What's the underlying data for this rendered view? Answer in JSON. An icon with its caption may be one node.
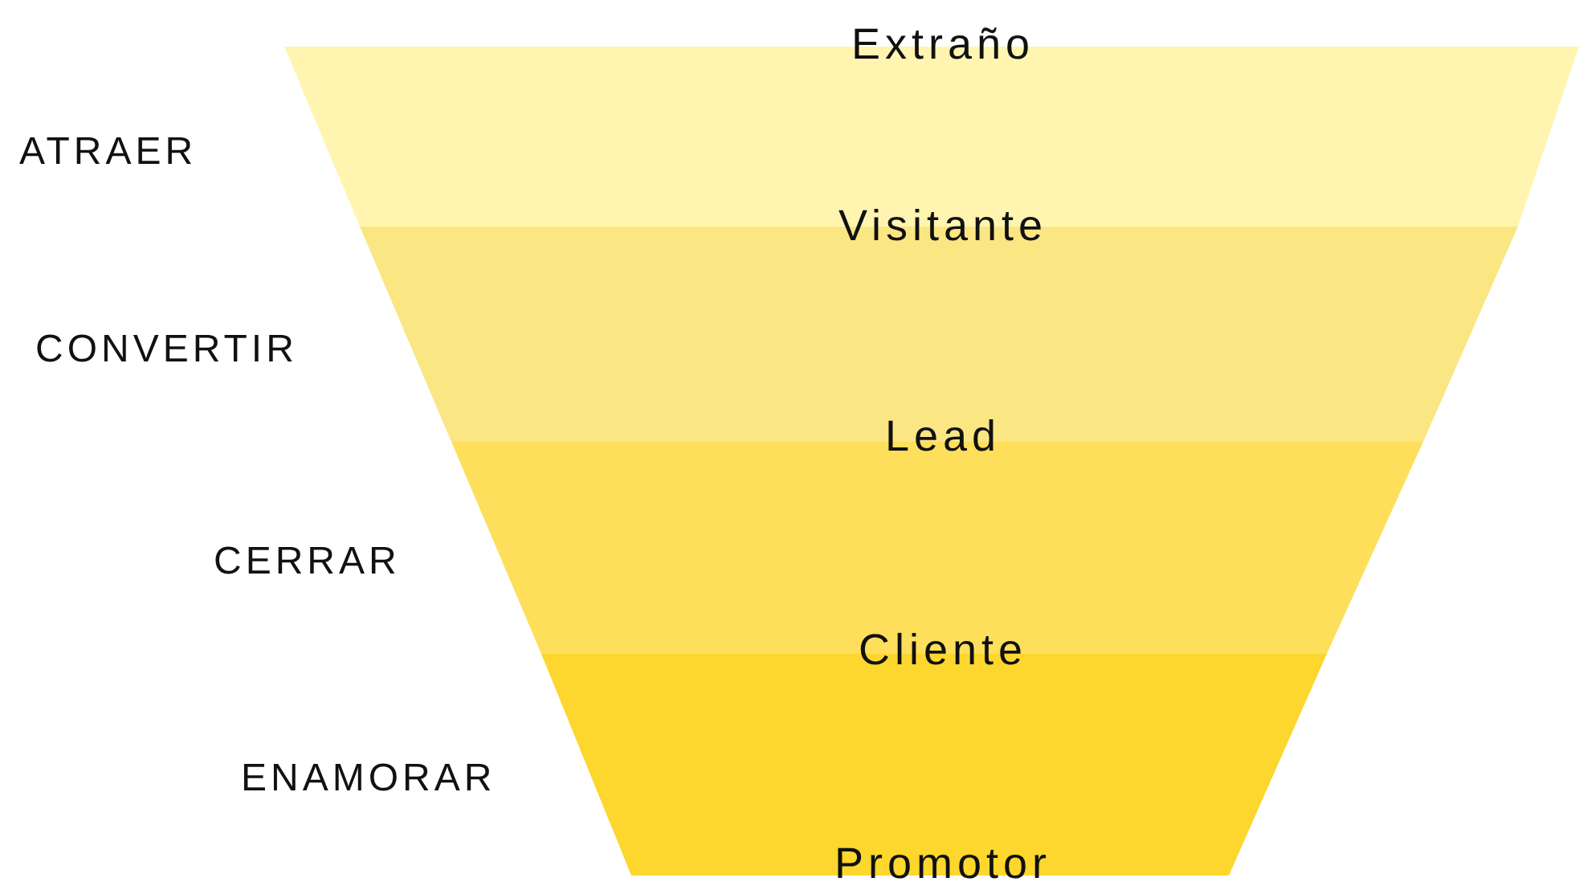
{
  "diagram": {
    "nodes": [
      {
        "text": [],
        "shape": "band",
        "beside": [
          "ATRAER"
        ]
      },
      {
        "text": [],
        "shape": "band",
        "beside": [
          "CONVERTIR"
        ]
      },
      {
        "text": [],
        "shape": "band",
        "beside": [
          "CERRAR"
        ]
      },
      {
        "text": [],
        "shape": "band",
        "beside": [
          "ENAMORAR"
        ]
      }
    ],
    "labels": [
      "Extraño",
      "Visitante",
      "Lead",
      "Cliente",
      "Promotor"
    ]
  }
}
